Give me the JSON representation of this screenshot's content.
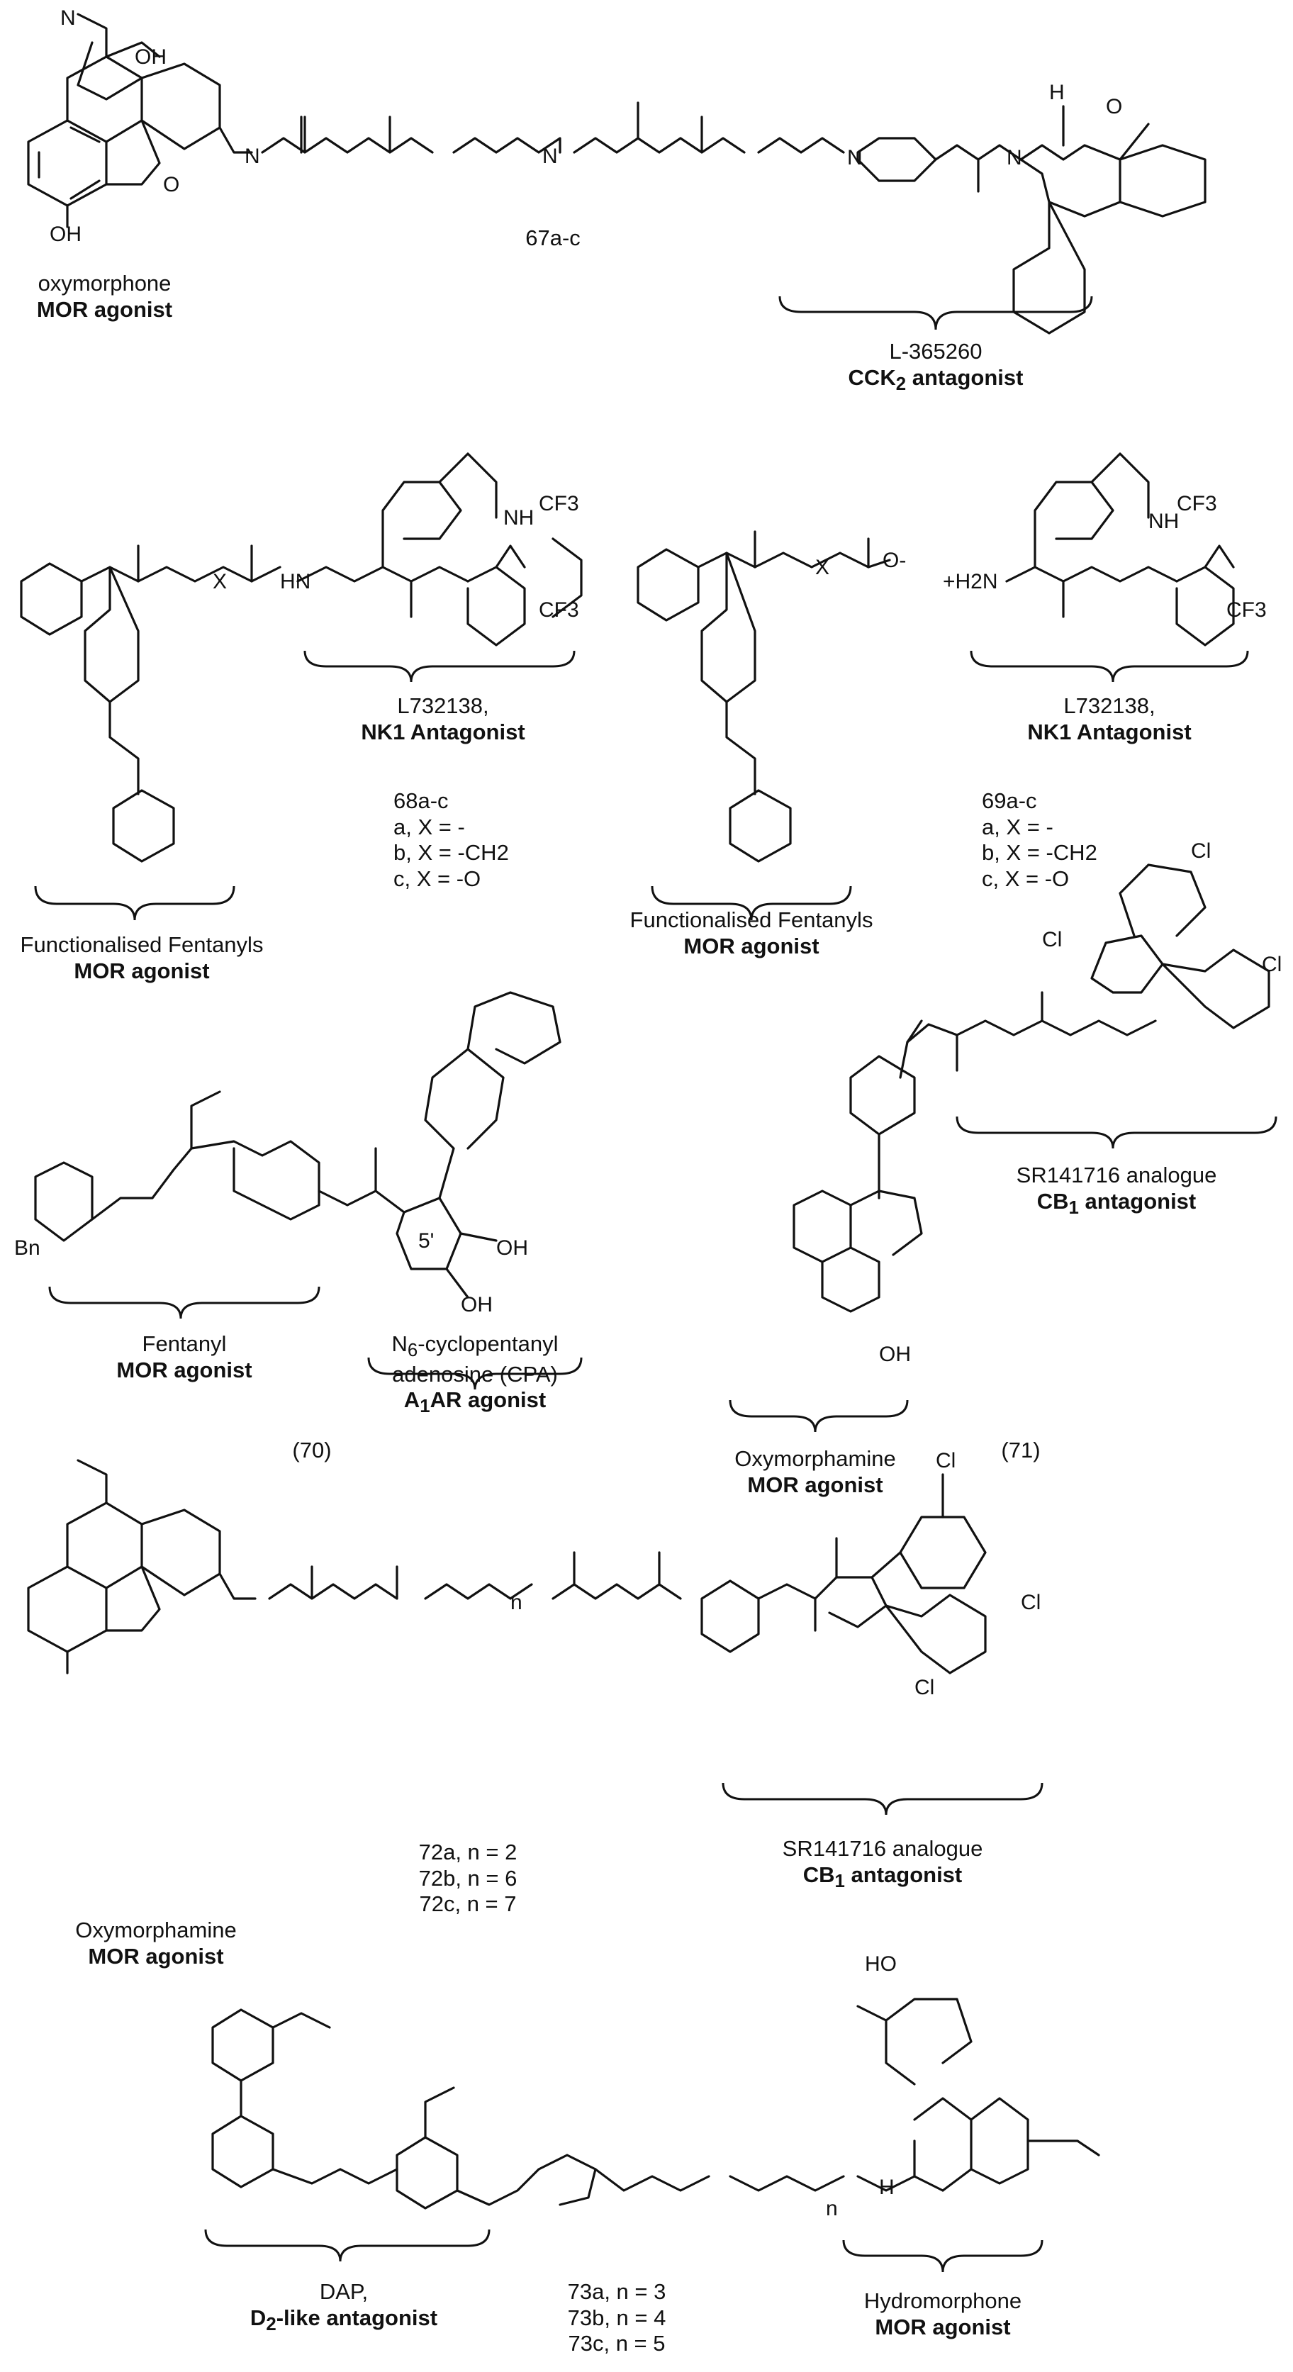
{
  "figure": {
    "row1": {
      "left_name": "oxymorphone",
      "left_role": "MOR agonist",
      "compound_id": "67a-c",
      "right_name": "L-365260",
      "right_role_main": "CCK",
      "right_role_sub": "2",
      "right_role_tail": " antagonist"
    },
    "row2": {
      "a_bottom_name": "Functionalised Fentanyls",
      "a_bottom_role": "MOR agonist",
      "a_right_name": "L732138,",
      "a_right_role": "NK1 Antagonist",
      "a_series": [
        "68a-c",
        "a, X = -",
        "b, X = -CH2",
        "c, X = -O"
      ],
      "b_bottom_name": "Functionalised Fentanyls",
      "b_bottom_role": "MOR agonist",
      "b_right_name": "L732138,",
      "b_right_role": "NK1 Antagonist",
      "b_series": [
        "69a-c",
        "a, X = -",
        "b, X = -CH2",
        "c, X = -O"
      ]
    },
    "row3": {
      "left_name": "Fentanyl",
      "left_role": "MOR agonist",
      "mid_name_1_main": "N",
      "mid_name_1_sub": "6",
      "mid_name_1_tail": "-cyclopentanyl",
      "mid_name_2": "adenosine (CPA)",
      "mid_role_main": "A",
      "mid_role_sub": "1",
      "mid_role_tail": "AR agonist",
      "left_id": "(70)",
      "center_name": "Oxymorphamine",
      "center_role": "MOR agonist",
      "right_id": "(71)",
      "right_name": "SR141716 analogue",
      "right_role_main": "CB",
      "right_role_sub": "1",
      "right_role_tail": " antagonist"
    },
    "row4": {
      "left_name": "Oxymorphamine",
      "left_role": "MOR agonist",
      "series": [
        "72a, n = 2",
        "72b, n = 6",
        "72c, n = 7"
      ],
      "right_name": "SR141716 analogue",
      "right_role_main": "CB",
      "right_role_sub": "1",
      "right_role_tail": " antagonist"
    },
    "row5": {
      "left_name": "DAP,",
      "left_role_main": "D",
      "left_role_sub": "2",
      "left_role_tail": "-like antagonist",
      "series": [
        "73a, n = 3",
        "73b, n = 4",
        "73c, n = 5"
      ],
      "right_name": "Hydromorphone",
      "right_role": "MOR agonist"
    },
    "atom_labels": {
      "oh": "OH",
      "ho": "HO",
      "o": "O",
      "n": "N",
      "nh": "NH",
      "h": "H",
      "hn": "HN",
      "x": "X",
      "cl": "Cl",
      "cf3": "CF3",
      "bn": "Bn",
      "n_sub": "n",
      "h2n": "+H2N",
      "ominus": "O-",
      "fivep": "5'"
    }
  }
}
